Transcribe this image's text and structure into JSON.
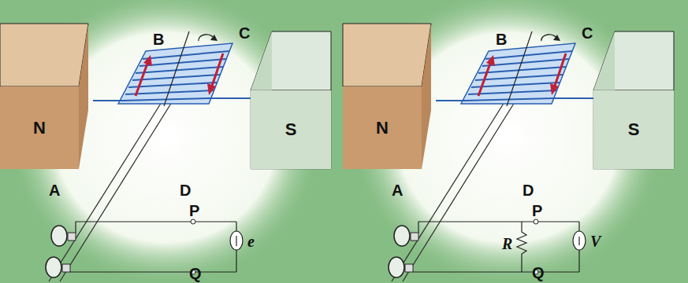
{
  "diagram": {
    "nodes": [
      {
        "text": [
          "N"
        ]
      },
      {
        "text": [
          "S"
        ]
      },
      {
        "text": [
          "N"
        ]
      },
      {
        "text": [
          "S"
        ]
      }
    ],
    "labels": [
      "B",
      "C",
      "A",
      "D",
      "P",
      "e",
      "Q",
      "B",
      "C",
      "A",
      "D",
      "P",
      "R",
      "V",
      "Q"
    ]
  }
}
